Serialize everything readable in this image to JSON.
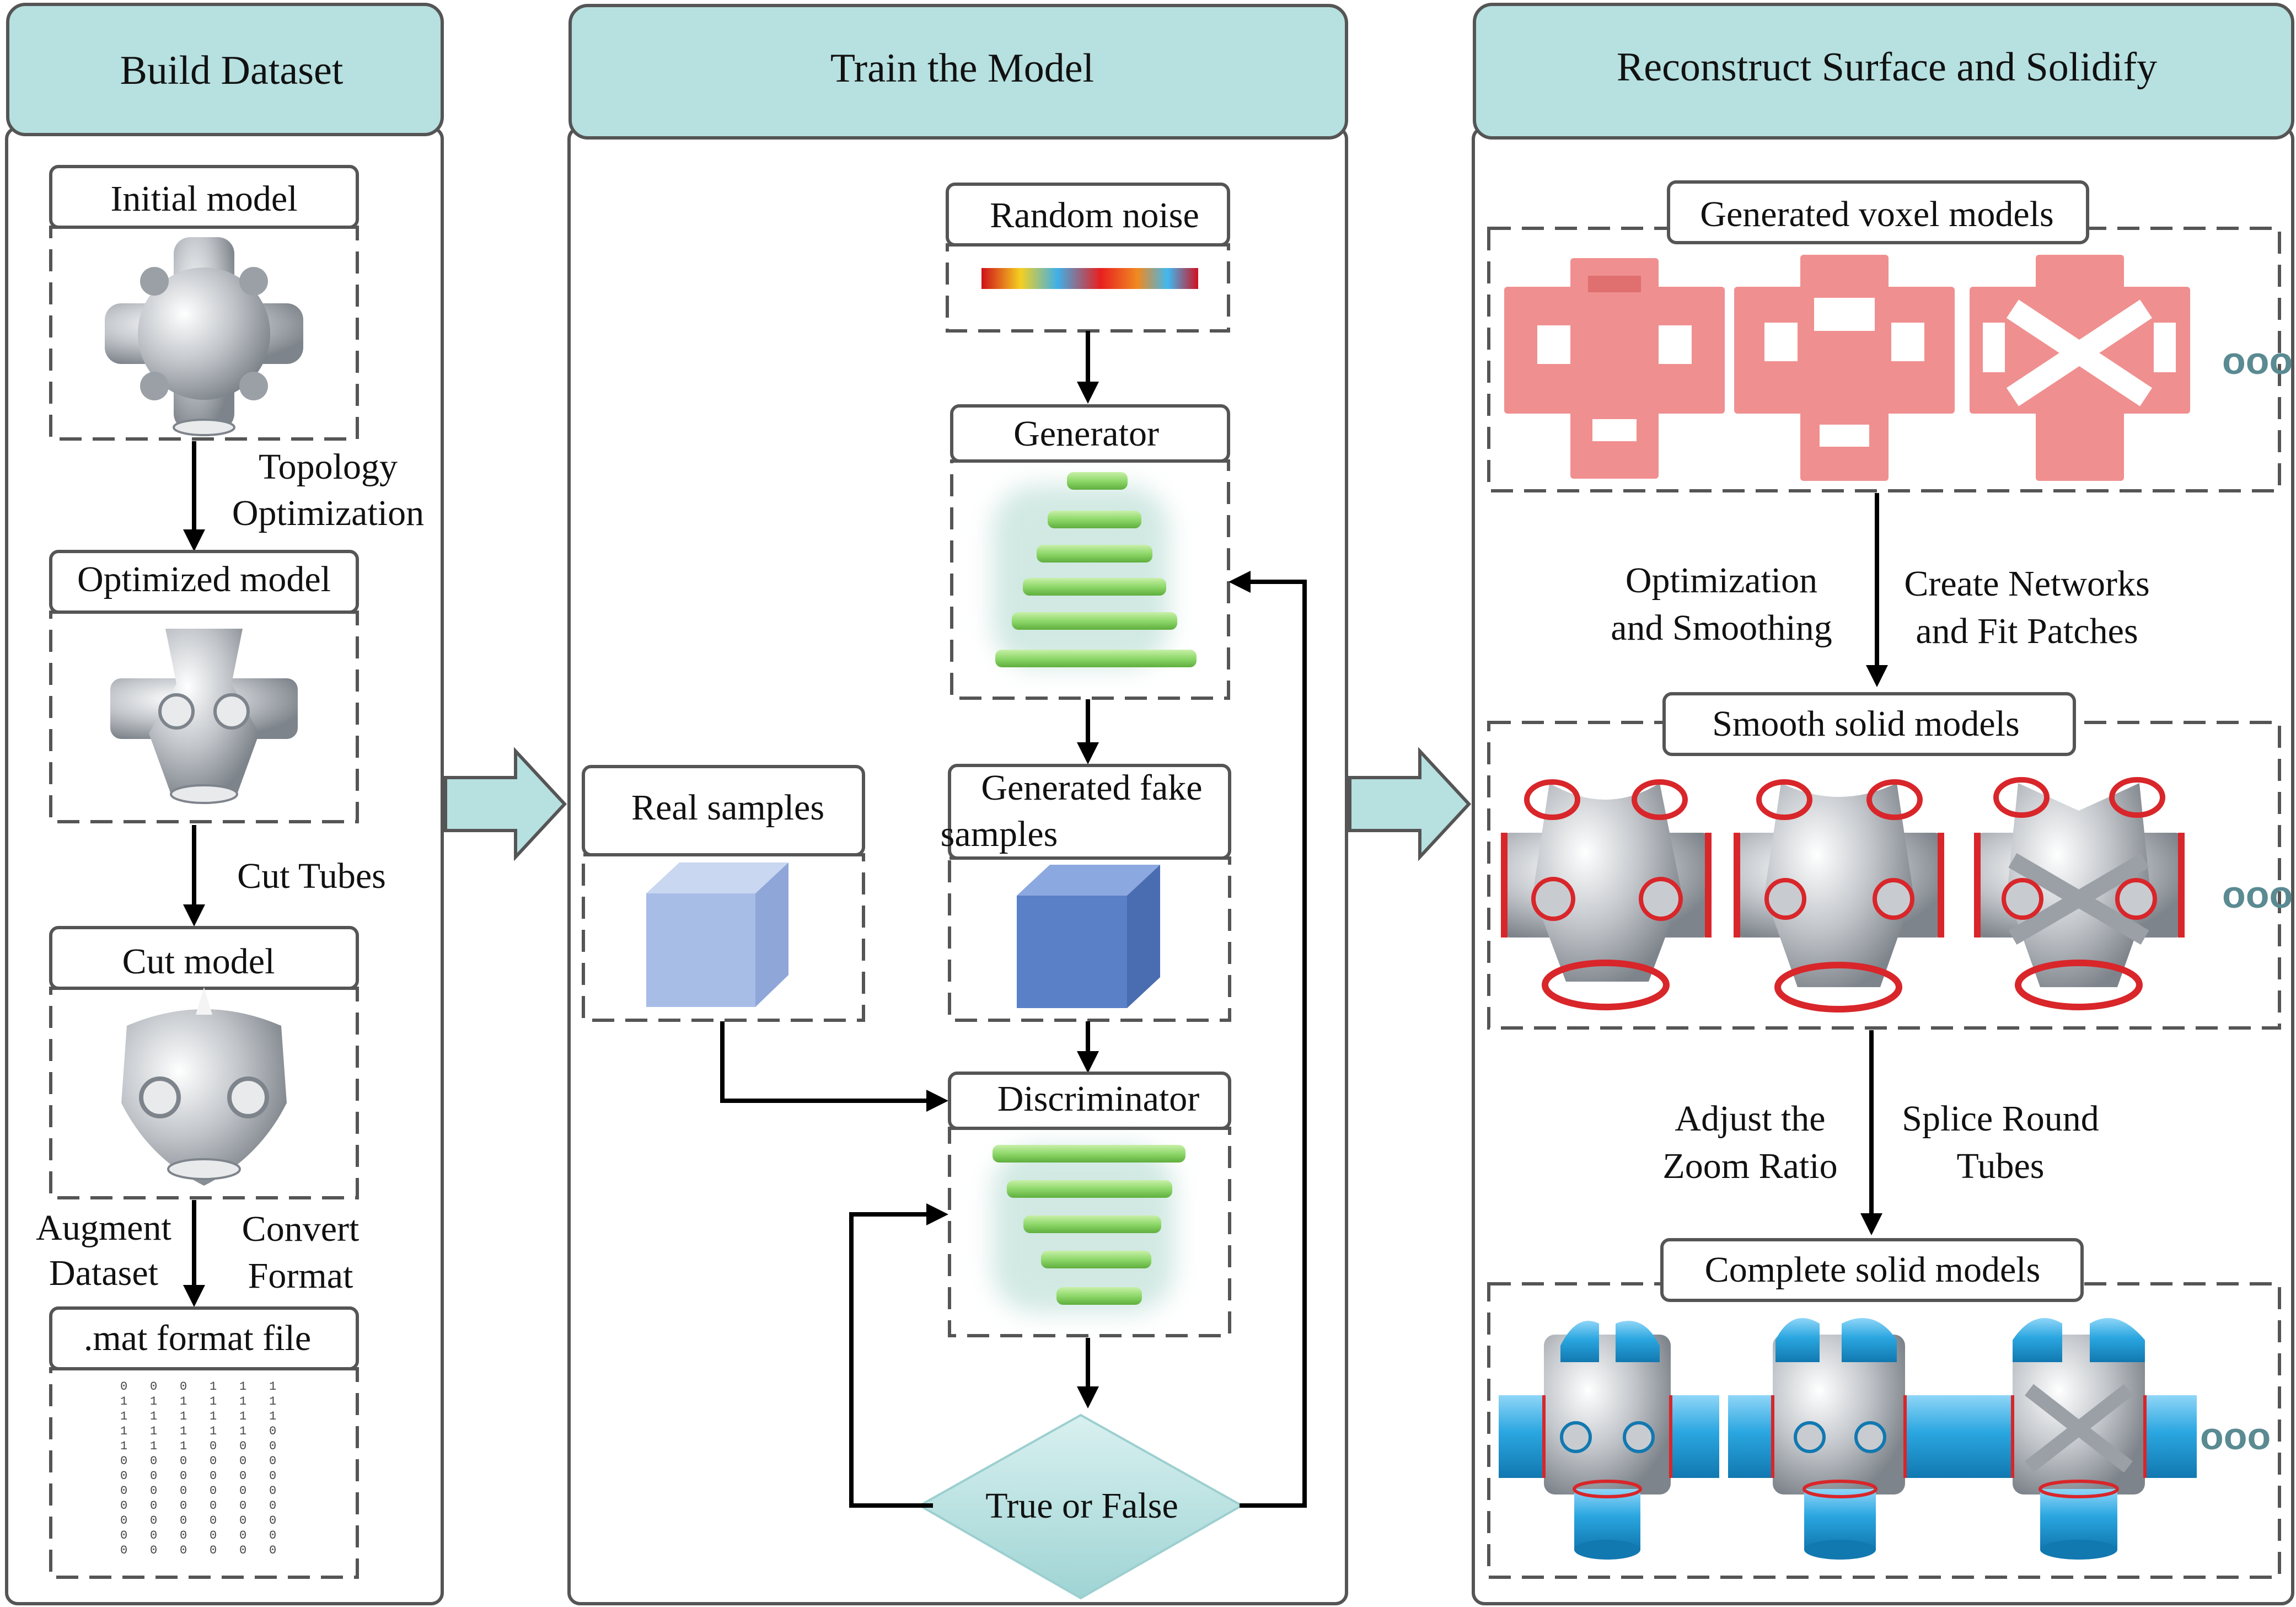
{
  "panels": {
    "build": {
      "title": "Build Dataset"
    },
    "train": {
      "title": "Train the Model"
    },
    "reconstruct": {
      "title": "Reconstruct Surface and Solidify"
    }
  },
  "build": {
    "initial_model": "Initial model",
    "topology_1": "Topology",
    "topology_2": "Optimization",
    "optimized_model": "Optimized model",
    "cut_tubes": "Cut Tubes",
    "cut_model": "Cut model",
    "augment_1": "Augment",
    "augment_2": "Dataset",
    "convert_1": "Convert",
    "convert_2": "Format",
    "mat_file": ".mat format file",
    "mat_rows": [
      [
        "0",
        "0",
        "0",
        "1",
        "1",
        "1"
      ],
      [
        "1",
        "1",
        "1",
        "1",
        "1",
        "1"
      ],
      [
        "1",
        "1",
        "1",
        "1",
        "1",
        "1"
      ],
      [
        "1",
        "1",
        "1",
        "1",
        "1",
        "0"
      ],
      [
        "1",
        "1",
        "1",
        "0",
        "0",
        "0"
      ],
      [
        "0",
        "0",
        "0",
        "0",
        "0",
        "0"
      ],
      [
        "0",
        "0",
        "0",
        "0",
        "0",
        "0"
      ],
      [
        "0",
        "0",
        "0",
        "0",
        "0",
        "0"
      ],
      [
        "0",
        "0",
        "0",
        "0",
        "0",
        "0"
      ],
      [
        "0",
        "0",
        "0",
        "0",
        "0",
        "0"
      ],
      [
        "0",
        "0",
        "0",
        "0",
        "0",
        "0"
      ],
      [
        "0",
        "0",
        "0",
        "0",
        "0",
        "0"
      ]
    ]
  },
  "train": {
    "random_noise": "Random noise",
    "generator": "Generator",
    "real_samples": "Real samples",
    "fake_samples_1": "Generated fake",
    "fake_samples_2": "samples",
    "discriminator": "Discriminator",
    "true_false": "True or False"
  },
  "reconstruct": {
    "voxel_models": "Generated voxel models",
    "opt_smooth_1": "Optimization",
    "opt_smooth_2": "and Smoothing",
    "networks_1": "Create Networks",
    "networks_2": "and Fit Patches",
    "smooth_models": "Smooth solid models",
    "zoom_1": "Adjust the",
    "zoom_2": "Zoom Ratio",
    "splice_1": "Splice Round",
    "splice_2": "Tubes",
    "complete_models": "Complete solid models",
    "ellipsis": "ooo"
  },
  "colors": {
    "header_fill": "#b7e0e0",
    "voxel_pink": "#f08f8f",
    "tube_blue": "#2aa6e0",
    "layer_green": "#8ed86a",
    "cube_light": "#a8bde6",
    "cube_dark": "#5a80c8",
    "rim_red": "#d8262a"
  }
}
